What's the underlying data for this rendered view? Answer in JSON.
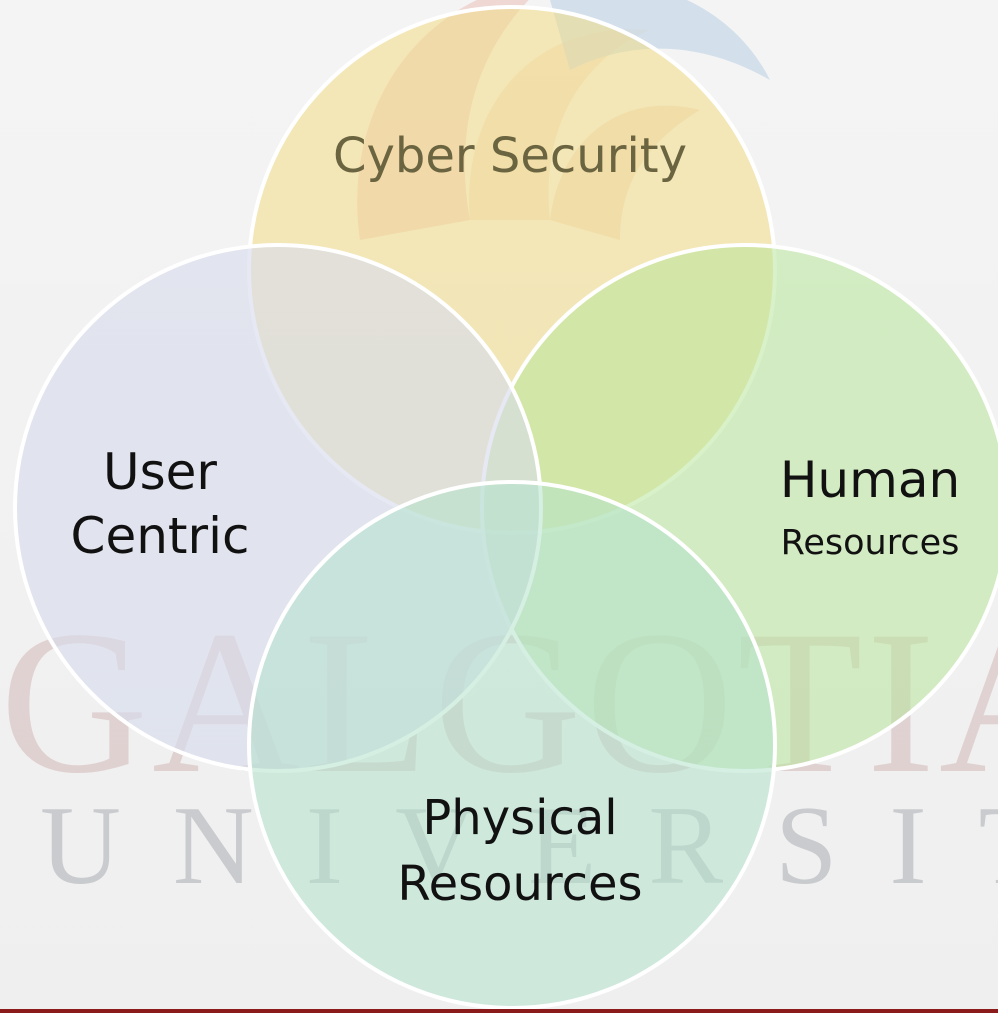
{
  "diagram": {
    "circles": [
      {
        "id": "cyber-security",
        "label": "Cyber Security",
        "fill": "#f3dc86",
        "label_color": "#6b6440"
      },
      {
        "id": "user-centric",
        "label_lines": [
          "User",
          "Centric"
        ],
        "fill": "#dde2ee"
      },
      {
        "id": "human-resources",
        "label_line1": "Human",
        "label_line2": "Resources",
        "fill": "#c8ecae"
      },
      {
        "id": "physical-resources",
        "label_lines": [
          "Physical",
          "Resources"
        ],
        "fill": "#bfe6d4"
      }
    ],
    "outline_color": "#ffffff"
  },
  "watermark": {
    "line1": "GALGOTIAS",
    "line2": "UNIVERSITY"
  },
  "colors": {
    "background": "#f2f2f2",
    "accent_rule": "#8b1a1a"
  }
}
